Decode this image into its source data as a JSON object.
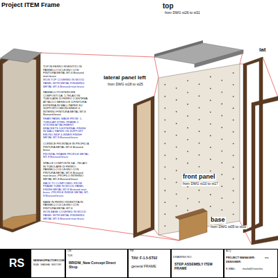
{
  "diagram": {
    "title": "Project ITEM Frame",
    "nodes": [
      {
        "text": [
          "RS"
        ]
      },
      {
        "text": [
          "NEWSHOPFACTORY.COM",
          "MILAN · SHANGHAI · NEW YORK"
        ]
      },
      {
        "text": [
          "CM",
          "TDR",
          "BRIONI_New Concept Direct Shop"
        ]
      },
      {
        "text": [
          "PM",
          "TAV: F-1.5-ST02",
          "general FRAME"
        ]
      },
      {
        "text": [
          "DRAWING NO:",
          "STEP ASSEMBLY ITEM FRAME"
        ]
      },
      {
        "text": [
          "ACQ",
          "PROJECT MANAGER:",
          "DESIGNER:",
          "E-MAIL:",
          "ma",
          "markd@newsho"
        ]
      }
    ],
    "labels": [
      "top",
      "from DWG st26 to st31",
      "lateral panel left",
      "from DWG st18 to st25",
      "lat",
      "front panel",
      "from DWG st10 to st17",
      "base",
      "from DWG st05 to st09",
      "TOP IN FERRO RIVESTITO IN PANNELLO DI LEGNO CON FINITURA METAL MT-6 Bronzed matt brass",
      "IRON TOP COVERED IN WOOD PANEL WITH METAL FINISHING METAL MT-6 Bronzed matt brass",
      "PANNELLI POSTERIORE COMPOSTI DA: 1-TELAIO IN TUBOLARE DI FERRO 2-SISTEMA ATTACCO MENSOLE 3-FINITURA ESTERNA IN WALL PAPER SU SUPPORTO EBONOHMDF 4-INTERNO FINITURA METAL MT-8 Bronzed brass",
      "REAR PANEL MADE FROM: 1-TUBULAR STEEL FRAME 2-SYSTEM ATTACHMENT BRACKETS 3-EXTERNAL FINISH IN WALL PAPER ON SUPPORT EBONO MDF 4-INNER FINISH METAL MT-8 Bronzed brass",
      "CORNICE FRONTALE IN PROFILI A PINTURA METAL MT-8 Bronzed brass",
      "FRONTAL FRAME PROFILE METAL MT-8 Bronzed brass",
      "SPALLE COMPOSTE DA: -TELAIO IN TUBOLARE DI FERRO -PANNELLO DI LEGNO CON PINTURA METAL MT-8 Bronzed matt brass -PROFILO INTERNO METAL MT-8 Bronzed brass",
      "BACK TO COMPOSED: FROM FRAME TUBE IN WOOD PANEL FINISH METAL MT-8 Bronzed matt brass -PROFILE INSIDE METAL MT-8 Bronzed brass",
      "BASE IN FERRO RIVESTITA IN PANNELLO DI LEGNO CON FINITURA METAL MT-6",
      "IRON BASE COVERED IN WOOD PANEL WITH METAL FINISHING METAL MT-6 Bronzed matt brass"
    ]
  }
}
